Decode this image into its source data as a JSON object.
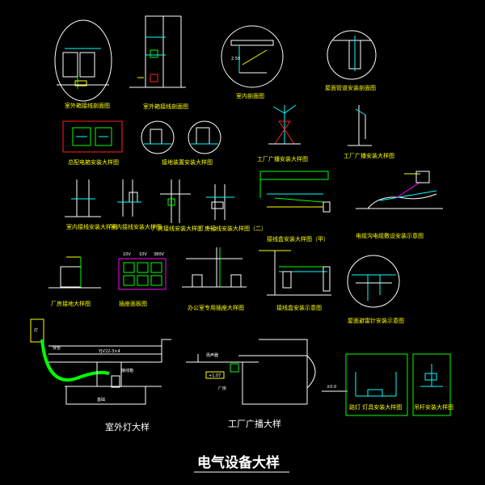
{
  "sheet": {
    "title": "电气设备大样"
  },
  "details": [
    {
      "id": "d1",
      "caption": "室外箱接线剖面图"
    },
    {
      "id": "d2",
      "caption": "室外箱接线剖面图"
    },
    {
      "id": "d3",
      "caption": "室内剖面图"
    },
    {
      "id": "d4",
      "caption": "屋面管道安装剖面图"
    },
    {
      "id": "d5",
      "caption": "总配电箱安装大样图"
    },
    {
      "id": "d6",
      "caption": "接地装置安装大样图"
    },
    {
      "id": "d7",
      "caption": "工厂广播安装大样图"
    },
    {
      "id": "d8",
      "caption": "工厂广播安装大样图"
    },
    {
      "id": "d9",
      "caption": "室内接线安装大样图"
    },
    {
      "id": "d10",
      "caption": "室内接线安装大样图"
    },
    {
      "id": "d11",
      "caption": "厂房接线安装大样图（一）"
    },
    {
      "id": "d12",
      "caption": "厂房接线安装大样图（二）"
    },
    {
      "id": "d13",
      "caption": "接线盒安装大样图（甲）"
    },
    {
      "id": "d14",
      "caption": "电缆沟电缆敷设安装示意图"
    },
    {
      "id": "d15",
      "caption": "厂房接地大样图"
    },
    {
      "id": "d16",
      "caption": "插座面板图"
    },
    {
      "id": "d17",
      "caption": "办公室专用插座大样图"
    },
    {
      "id": "d18",
      "caption": "接线盒安装示意图"
    },
    {
      "id": "d19",
      "caption": "屋面避雷针安装示意图"
    },
    {
      "id": "d20",
      "caption": "室外灯大样"
    },
    {
      "id": "d21",
      "caption": "工厂广播大样"
    },
    {
      "id": "d22",
      "caption": "路灯 灯具安装大样图"
    },
    {
      "id": "d23",
      "caption": "吊杆安装大样图"
    }
  ],
  "labels": {
    "socket_ratings": [
      "10V",
      "10V",
      "380V"
    ],
    "lamp_note": "灯",
    "lamp_conduit": "穿管",
    "lamp_wire": "YJV22-3×4",
    "lamp_box": "接线箱",
    "lamp_base": "基础",
    "bc_equipment": "扬声器",
    "bc_height": "+1.07",
    "bc_hall": "厂房",
    "bc_level": "±0.0",
    "sec_height": "2.50"
  },
  "colors": {
    "background": "#000000",
    "caption": "#ffff00",
    "line": "#ffffff",
    "cyan": "#00ffff",
    "green": "#00ff00",
    "magenta": "#ff00ff",
    "red": "#ff2020"
  }
}
